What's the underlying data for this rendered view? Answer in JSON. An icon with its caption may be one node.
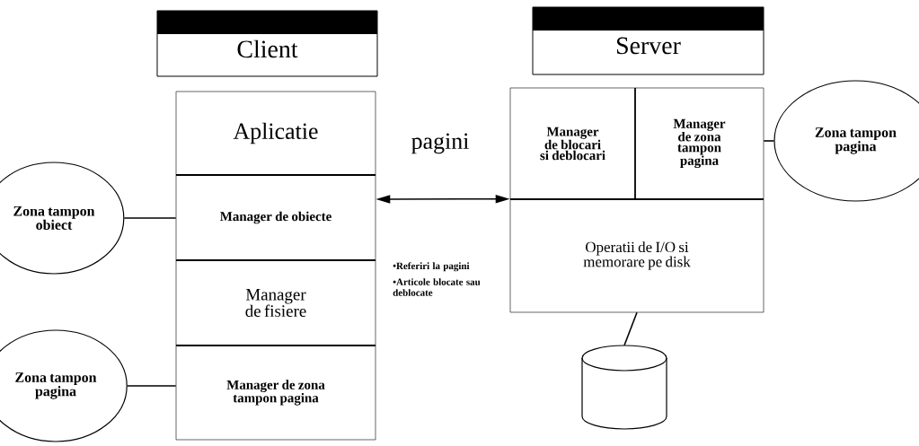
{
  "diagram": {
    "nodes": [
      {
        "text": [
          "Client"
        ]
      },
      {
        "text": [
          "Server"
        ]
      },
      {
        "text": [
          "Aplicatie"
        ]
      },
      {
        "text": [
          "Manager de obiecte"
        ]
      },
      {
        "text": [
          "Manager de fisiere"
        ]
      },
      {
        "text": [
          "Manager de zona tampon pagina"
        ]
      },
      {
        "text": [
          "Zona tampon obiect"
        ]
      },
      {
        "text": [
          "Zona tampon pagina"
        ]
      },
      {
        "text": [
          "Manager de blocari si deblocari"
        ]
      },
      {
        "text": [
          "Manager de zona tampon pagina"
        ]
      },
      {
        "text": [
          "Operatii de I/O si memorare pe disk"
        ]
      },
      {
        "text": [
          "Zona tampon pagina"
        ]
      },
      {
        "text": [],
        "shape": "cylinder"
      }
    ],
    "edges": [
      {
        "from": 3,
        "to": 10,
        "arrow": "both",
        "label": "pagini"
      },
      {
        "from": 6,
        "to": 3,
        "arrow": "none"
      },
      {
        "from": 7,
        "to": 5,
        "arrow": "none"
      },
      {
        "from": 11,
        "to": 9,
        "arrow": "none"
      },
      {
        "from": 10,
        "to": 12,
        "arrow": "none"
      }
    ],
    "labels": [
      "•Referiri la pagini",
      "•Articole blocate sau deblocate"
    ]
  }
}
